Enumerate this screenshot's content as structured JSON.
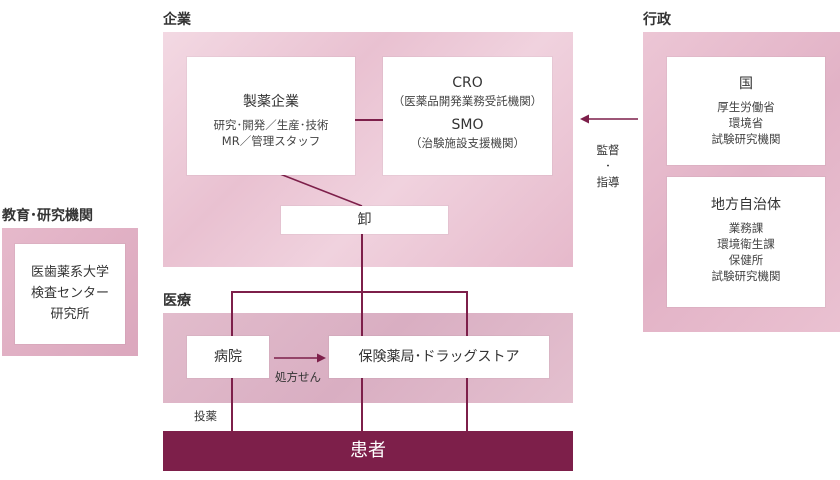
{
  "sections": {
    "corporate": "企業",
    "government": "行政",
    "education": "教育･研究機関",
    "medical": "医療"
  },
  "corporate": {
    "pharma": {
      "title": "製薬企業",
      "line1": "研究･開発／生産･技術",
      "line2": "MR／管理スタッフ"
    },
    "cro": {
      "title": "CRO",
      "sub": "（医薬品開発業務受託機関）"
    },
    "smo": {
      "title": "SMO",
      "sub": "（治験施設支援機関）"
    },
    "wholesale": "卸"
  },
  "government": {
    "national": {
      "title": "国",
      "items": [
        "厚生労働省",
        "環境省",
        "試験研究機関"
      ]
    },
    "local": {
      "title": "地方自治体",
      "items": [
        "業務課",
        "環境衛生課",
        "保健所",
        "試験研究機関"
      ]
    }
  },
  "education": {
    "items": [
      "医歯薬系大学",
      "検査センター",
      "研究所"
    ]
  },
  "medical": {
    "hospital": "病院",
    "pharmacy": "保険薬局･ドラッグストア",
    "prescription_label": "処方せん",
    "dosing_label": "投薬"
  },
  "supervision": {
    "line1": "監督",
    "dot": "･",
    "line2": "指導"
  },
  "patient": "患者",
  "colors": {
    "accent": "#7d1f4a",
    "panel_pink": "#ecc6d5"
  }
}
